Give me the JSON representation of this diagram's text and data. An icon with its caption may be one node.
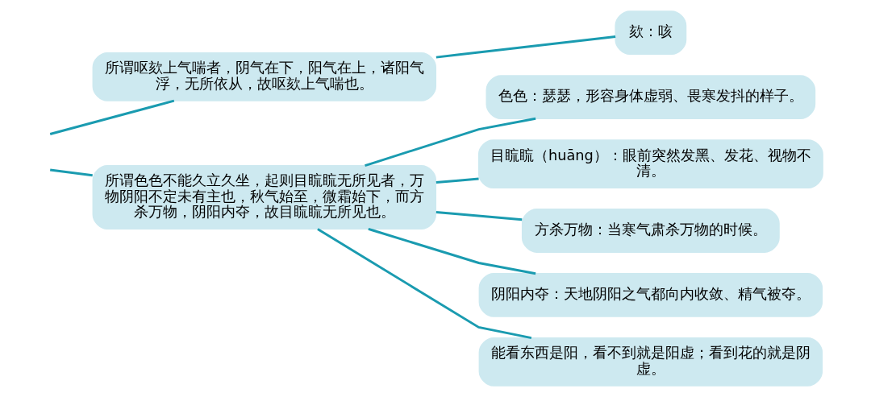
{
  "diagram": {
    "nodes": [
      {
        "text": [
          "所谓呕欬上气喘者，阴气在下，阳气在上，诸阳气浮，无所依从，故呕欬上气喘也。"
        ]
      },
      {
        "text": [
          "欬：咳"
        ]
      },
      {
        "text": [
          "所谓色色不能久立久坐，起则目䀮䀮无所见者，万物阴阳不定未有主也，秋气始至，微霜始下，而方杀万物，阴阳内夺，故目䀮䀮无所见也。"
        ]
      },
      {
        "text": [
          "色色：瑟瑟，形容身体虚弱、畏寒发抖的样子。"
        ]
      },
      {
        "text": [
          "目䀮䀮（huāng）：眼前突然发黑、发花、视物不清。"
        ]
      },
      {
        "text": [
          "方杀万物：当寒气肃杀万物的时候。"
        ]
      },
      {
        "text": [
          "阴阳内夺：天地阴阳之气都向内收敛、精气被夺。"
        ]
      },
      {
        "text": [
          "能看东西是阳，看不到就是阳虚；看到花的就是阴虚。"
        ]
      }
    ],
    "edges": [
      {
        "from": null,
        "to": 0,
        "arrow": "none"
      },
      {
        "from": 0,
        "to": 1,
        "arrow": "none"
      },
      {
        "from": null,
        "to": 2,
        "arrow": "none"
      },
      {
        "from": 2,
        "to": 3,
        "arrow": "none"
      },
      {
        "from": 2,
        "to": 4,
        "arrow": "none"
      },
      {
        "from": 2,
        "to": 5,
        "arrow": "none"
      },
      {
        "from": 2,
        "to": 6,
        "arrow": "none"
      },
      {
        "from": 2,
        "to": 7,
        "arrow": "none"
      }
    ]
  }
}
